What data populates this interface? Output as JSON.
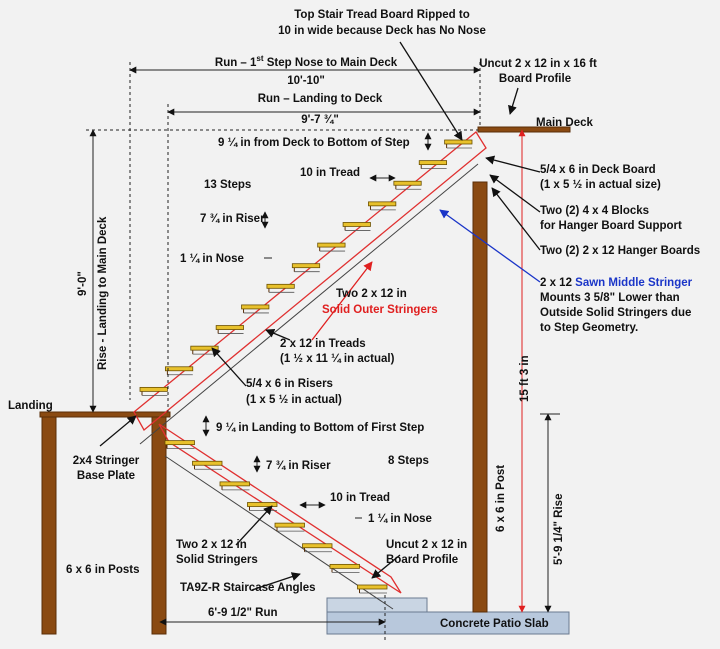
{
  "labels": {
    "top_tread_1": "Top Stair Tread Board Ripped to",
    "top_tread_2": "10 in wide because Deck has No Nose",
    "run_nose_1": "Run – 1",
    "run_nose_sup": "st",
    "run_nose_2": " Step Nose to Main Deck",
    "run_nose_val": "10'-10\"",
    "run_landing": "Run – Landing to Deck",
    "run_landing_val": "9'-7 ¾\"",
    "uncut_top_1": "Uncut 2 x 12 in x 16 ft",
    "uncut_top_2": "Board Profile",
    "main_deck": "Main Deck",
    "deck_to_step": "9 ¼ in from Deck to Bottom of Step",
    "ten_tread_top": "10 in Tread",
    "thirteen_steps": "13 Steps",
    "deck_board_1": "5/4 x 6 in Deck Board",
    "deck_board_2": "(1 x 5 ½ in actual size)",
    "blocks_1": "Two (2) 4 x 4 Blocks",
    "blocks_2": "for Hanger Board Support",
    "riser_top": "7 ¾ in Riser",
    "hanger_boards": "Two (2) 2 x 12 Hanger Boards",
    "nose_top": "1 ¼ in Nose",
    "middle_1a": "2 x 12 ",
    "middle_1b": "Sawn Middle Stringer",
    "middle_2": "Mounts 3 5/8\" Lower than",
    "middle_3": "Outside Solid Stringers due",
    "middle_4": "to Step Geometry.",
    "outer_1": "Two 2 x 12 in",
    "outer_2": "Solid Outer Stringers",
    "height_9": "9'-0\"",
    "rise_main": "Rise - Landing to Main Deck",
    "treads_1": "2 x 12 in Treads",
    "treads_2": "(1 ½ x 11 ¼ in actual)",
    "risers_1": "5/4 x 6 in Risers",
    "risers_2": "(1 x 5 ½ in actual)",
    "total_height": "15 ft 3 in",
    "landing": "Landing",
    "landing_to_step": "9 ¼ in Landing to Bottom of First Step",
    "base_1": "2x4 Stringer",
    "base_2": "Base Plate",
    "riser_bot": "7 ¾ in Riser",
    "eight_steps": "8 Steps",
    "post": "6 x 6 in Post",
    "ten_tread_bot": "10 in Tread",
    "nose_bot": "1 ¼ in Nose",
    "lower_rise": "5'-9 1/4\" Rise",
    "solid_1": "Two 2 x 12 in",
    "solid_2": "Solid Stringers",
    "uncut_bot_1": "Uncut 2 x 12 in",
    "uncut_bot_2": "Board Profile",
    "posts": "6 x 6 in Posts",
    "angles": "TA9Z-R Staircase Angles",
    "run_bottom": "6'-9 1/2\" Run",
    "slab": "Concrete Patio Slab"
  },
  "colors": {
    "wood": "#8a4a12",
    "wood_edge": "#5a2e08",
    "tread": "#e8c12c",
    "stringer_line": "#e03030",
    "blue": "#1a35c8",
    "slab": "#b8c8dc",
    "dim": "#222222"
  }
}
